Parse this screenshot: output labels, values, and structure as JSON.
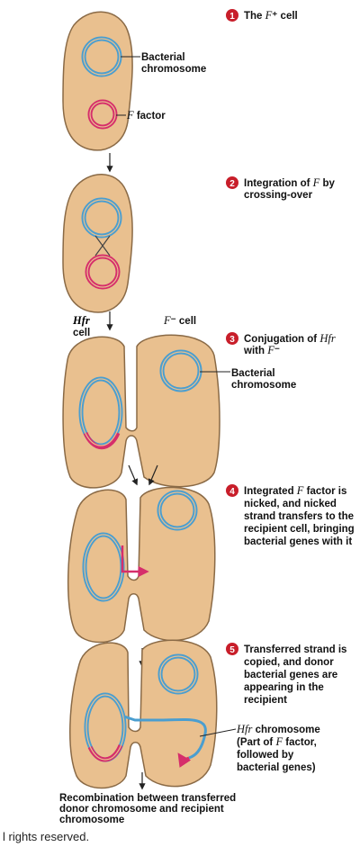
{
  "steps": [
    {
      "num": "1",
      "text_lines": [
        "The F⁺ cell"
      ]
    },
    {
      "num": "2",
      "text_lines": [
        "Integration of F by",
        "crossing-over"
      ]
    },
    {
      "num": "3",
      "text_lines": [
        "Conjugation of Hfr",
        "with F⁻"
      ]
    },
    {
      "num": "4",
      "text_lines": [
        "Integrated F factor is",
        "nicked, and nicked",
        "strand transfers to the",
        "recipient cell, bringing",
        "bacterial genes with it"
      ]
    },
    {
      "num": "5",
      "text_lines": [
        "Transferred strand is",
        "copied, and donor",
        "bacterial genes are",
        "appearing in the",
        "recipient"
      ]
    }
  ],
  "labels": {
    "bacterial_chromosome_1": [
      "Bacterial",
      "chromosome"
    ],
    "f_factor": "F factor",
    "hfr_cell": [
      "Hfr",
      "cell"
    ],
    "f_minus_cell": "F⁻ cell",
    "bacterial_chromosome_3": [
      "Bacterial",
      "chromosome"
    ],
    "hfr_chromosome": [
      "Hfr chromosome",
      "(Part of F factor,",
      "followed by",
      "bacterial genes)"
    ],
    "recombination": [
      "Recombination between transferred",
      "donor chromosome and recipient",
      "chromosome"
    ]
  },
  "footer": "l rights reserved.",
  "colors": {
    "cell_fill": "#e9c08f",
    "cell_stroke": "#8a6a46",
    "chromosome": "#4a9ed0",
    "f_factor": "#d62e6b",
    "step_badge": "#c81e2a",
    "arrow": "#222222"
  }
}
